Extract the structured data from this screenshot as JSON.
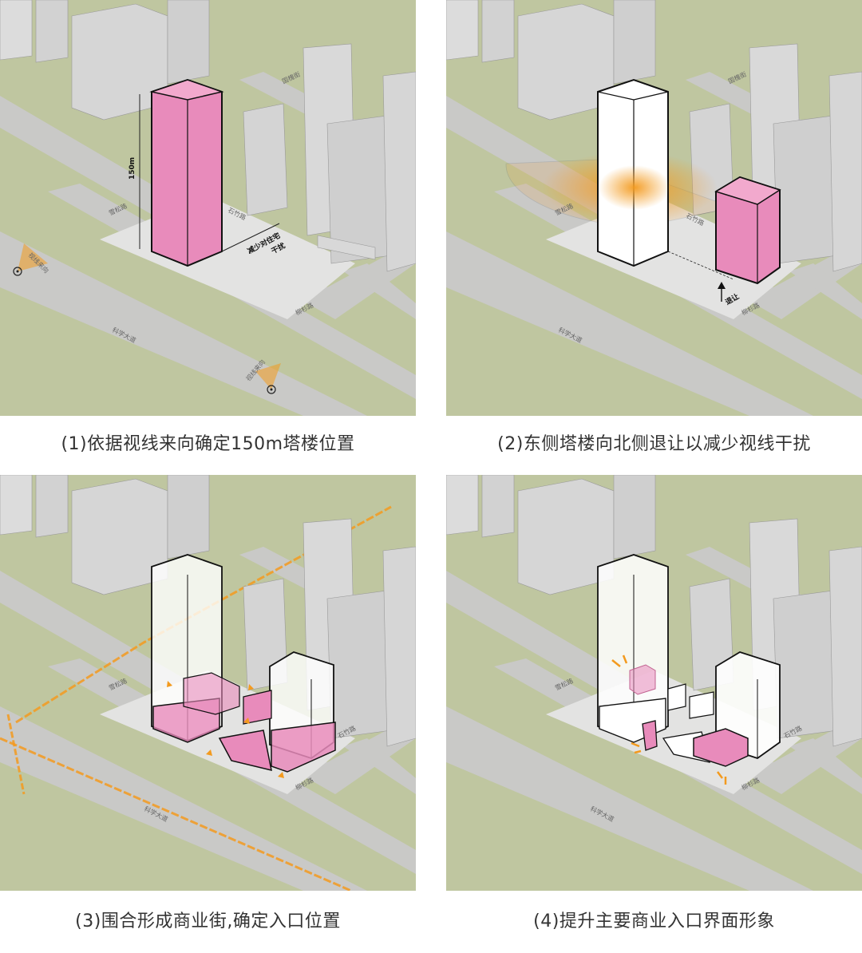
{
  "panels": [
    {
      "caption": "(1)依据视线来向确定150m塔楼位置",
      "labels": {
        "height": "150m",
        "note_line1": "减少对住宅",
        "note_line2": "干扰",
        "road_main": "科学大道",
        "road_side": "雪松路",
        "road_east": "柳杉路",
        "road_north": "国槐街",
        "road_ne": "石竹路",
        "view1": "视线来向",
        "view2": "视线来向"
      }
    },
    {
      "caption": "(2)东侧塔楼向北侧退让以减少视线干扰",
      "labels": {
        "retreat": "退让",
        "road_main": "科学大道",
        "road_side": "雪松路",
        "road_east": "柳杉路",
        "road_north": "国槐街",
        "road_ne": "石竹路"
      }
    },
    {
      "caption": "(3)围合形成商业街,确定入口位置",
      "labels": {
        "road_main": "科学大道",
        "road_side": "雪松路",
        "road_east": "柳杉路",
        "road_ne": "石竹路"
      }
    },
    {
      "caption": "(4)提升主要商业入口界面形象",
      "labels": {
        "road_main": "科学大道",
        "road_side": "雪松路",
        "road_east": "柳杉路",
        "road_ne": "石竹路"
      }
    }
  ],
  "colors": {
    "grass": "#bfc6a0",
    "road": "#c9c9c7",
    "site": "#e3e3e2",
    "building": "#d8d8d8",
    "tower_pink": "#e88bbb",
    "accent_orange": "#f39a1e"
  }
}
